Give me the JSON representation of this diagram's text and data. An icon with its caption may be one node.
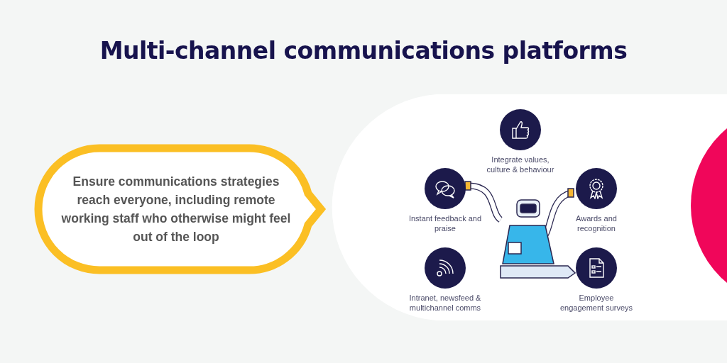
{
  "diagram": {
    "title": "Multi-channel communications platforms",
    "nodes": [
      {
        "text": [
          "Ensure communications strategies reach everyone, including remote working staff who otherwise might feel out of the loop"
        ]
      },
      {
        "text": [],
        "shape": "circle",
        "beside": [
          "Integrate values, culture & behaviour"
        ]
      },
      {
        "text": [],
        "shape": "circle",
        "beside": [
          "Instant feedback and praise"
        ]
      },
      {
        "text": [],
        "shape": "circle",
        "beside": [
          "Awards and recognition"
        ]
      },
      {
        "text": [],
        "shape": "circle",
        "beside": [
          "Intranet, newsfeed & multichannel comms"
        ]
      },
      {
        "text": [],
        "shape": "circle",
        "beside": [
          "Employee engagement surveys"
        ]
      }
    ],
    "edges": []
  }
}
